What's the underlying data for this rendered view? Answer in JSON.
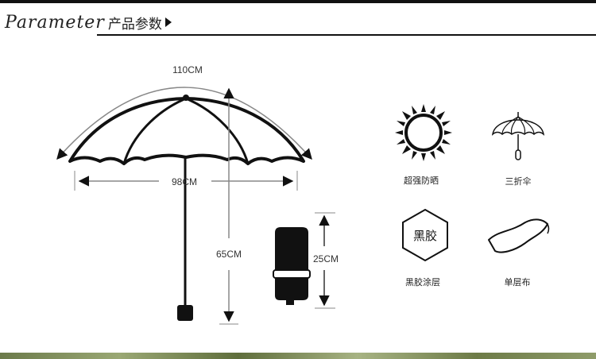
{
  "header": {
    "title_en": "Parameter",
    "title_cn": "产品参数"
  },
  "dimensions": {
    "arc_width": "110CM",
    "span_width": "98CM",
    "open_height": "65CM",
    "folded_length": "25CM"
  },
  "features": [
    {
      "label": "超强防晒",
      "icon": "sun-icon"
    },
    {
      "label": "三折伞",
      "icon": "umbrella-icon"
    },
    {
      "label": "黑胶涂层",
      "icon": "hexagon-badge-icon",
      "badge_text": "黑胶"
    },
    {
      "label": "单层布",
      "icon": "fabric-icon"
    }
  ],
  "colors": {
    "line": "#111111",
    "accent": "#444444"
  }
}
